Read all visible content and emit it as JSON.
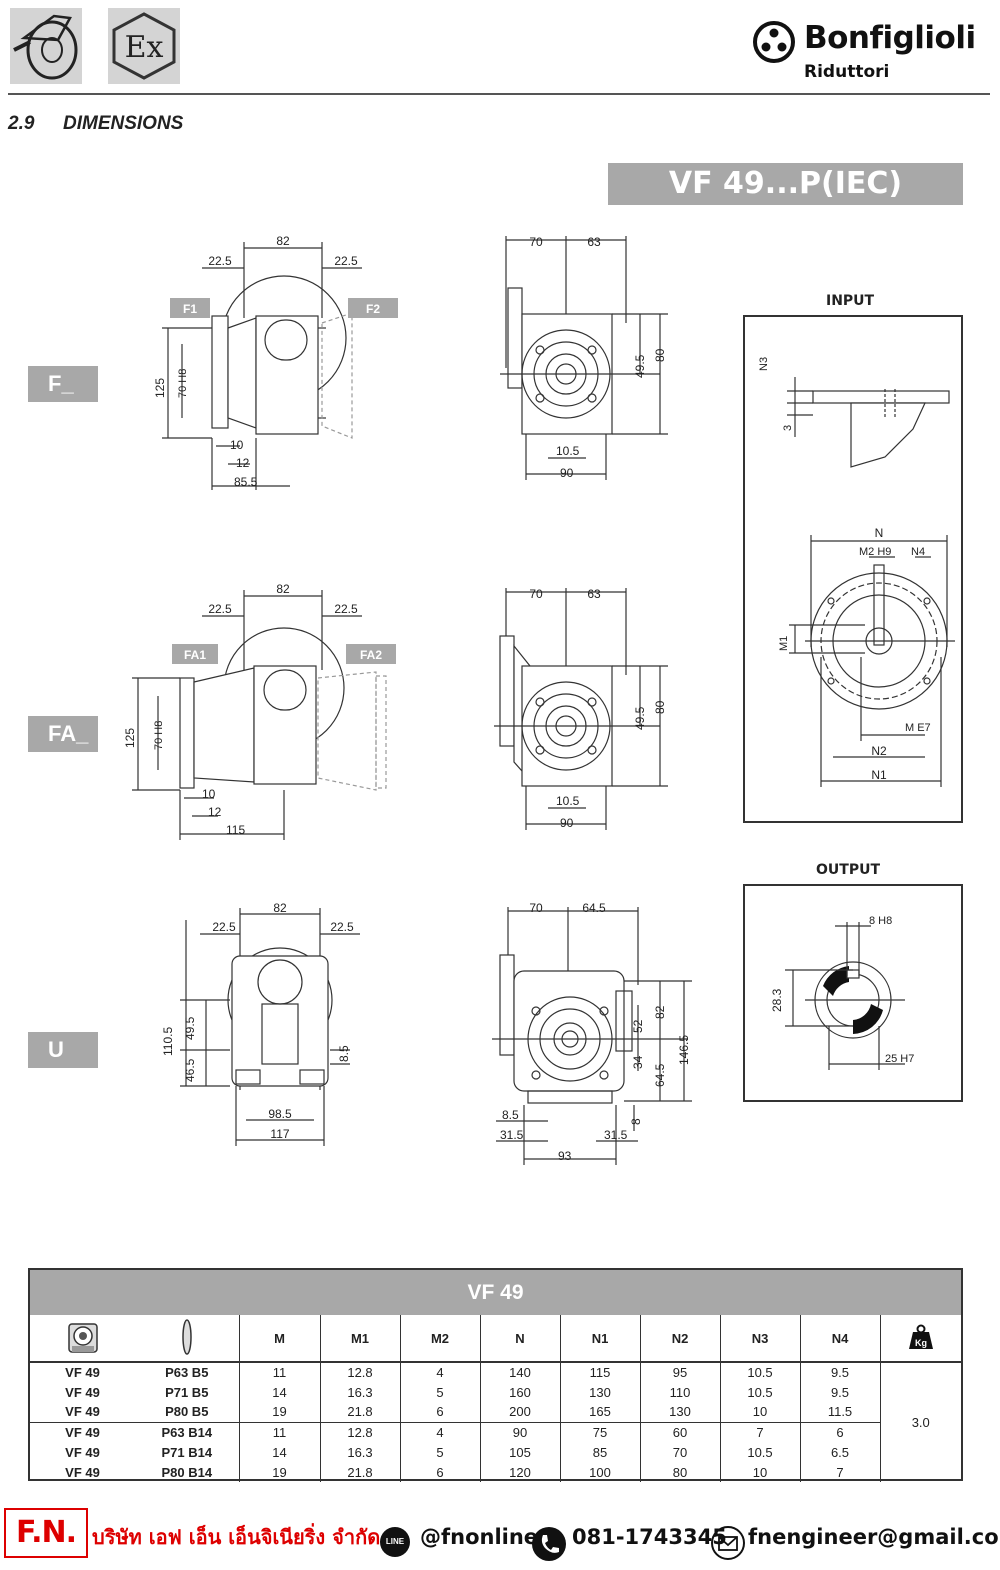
{
  "header": {
    "brand_name": "Bonfiglioli",
    "brand_sub": "Riduttori",
    "ex_mark": "Ex"
  },
  "section": {
    "number": "2.9",
    "title": "DIMENSIONS"
  },
  "model_banner": "VF 49...P(IEC)",
  "variants": {
    "f": {
      "label": "F_",
      "flange_left": "F1",
      "flange_right": "F2"
    },
    "fa": {
      "label": "FA_",
      "flange_left": "FA1",
      "flange_right": "FA2"
    },
    "u": {
      "label": "U"
    }
  },
  "dims": {
    "f_side": {
      "top": "82",
      "left": "22.5",
      "right": "22.5",
      "height": "125",
      "bore": "70 H8",
      "d10": "10",
      "d12": "12",
      "d855": "85.5"
    },
    "f_front": {
      "left": "70",
      "right": "63",
      "h495": "49.5",
      "h80": "80",
      "d105": "10.5",
      "d90": "90"
    },
    "fa_side": {
      "top": "82",
      "left": "22.5",
      "right": "22.5",
      "height": "125",
      "bore": "70 H8",
      "d10": "10",
      "d12": "12",
      "d115": "115"
    },
    "fa_front": {
      "left": "70",
      "right": "63",
      "h495": "49.5",
      "h80": "80",
      "d105": "10.5",
      "d90": "90"
    },
    "u_side": {
      "top": "82",
      "left": "22.5",
      "right": "22.5",
      "h1105": "110.5",
      "h495": "49.5",
      "h465": "46.5",
      "h85": "8.5",
      "w985": "98.5",
      "w117": "117"
    },
    "u_front": {
      "left": "70",
      "right": "64.5",
      "h52": "52",
      "h82": "82",
      "h1465": "146.5",
      "h34": "34",
      "h645": "64.5",
      "d85": "8.5",
      "d315l": "31.5",
      "d315r": "31.5",
      "d8": "8",
      "d93": "93"
    },
    "input": {
      "n3": "N3",
      "three": "3",
      "n": "N",
      "m2": "M2 H9",
      "n4": "N4",
      "m1": "M1",
      "m": "M E7",
      "n2": "N2",
      "n1": "N1"
    },
    "output": {
      "key": "8 H8",
      "h283": "28.3",
      "bore": "25 H7"
    }
  },
  "input_title": "INPUT",
  "output_title": "OUTPUT",
  "table": {
    "title": "VF 49",
    "columns": [
      "M",
      "M1",
      "M2",
      "N",
      "N1",
      "N2",
      "N3",
      "N4"
    ],
    "kg_icon": "Kg",
    "weight": "3.0",
    "rows": [
      {
        "model": "VF 49",
        "motor": "P63 B5",
        "v": [
          "11",
          "12.8",
          "4",
          "140",
          "115",
          "95",
          "10.5",
          "9.5"
        ]
      },
      {
        "model": "VF 49",
        "motor": "P71 B5",
        "v": [
          "14",
          "16.3",
          "5",
          "160",
          "130",
          "110",
          "10.5",
          "9.5"
        ]
      },
      {
        "model": "VF 49",
        "motor": "P80 B5",
        "v": [
          "19",
          "21.8",
          "6",
          "200",
          "165",
          "130",
          "10",
          "11.5"
        ]
      },
      {
        "model": "VF 49",
        "motor": "P63 B14",
        "v": [
          "11",
          "12.8",
          "4",
          "90",
          "75",
          "60",
          "7",
          "6"
        ]
      },
      {
        "model": "VF 49",
        "motor": "P71 B14",
        "v": [
          "14",
          "16.3",
          "5",
          "105",
          "85",
          "70",
          "10.5",
          "6.5"
        ]
      },
      {
        "model": "VF 49",
        "motor": "P80 B14",
        "v": [
          "19",
          "21.8",
          "6",
          "120",
          "100",
          "80",
          "10",
          "7"
        ]
      }
    ]
  },
  "footer": {
    "logo": "F.N.",
    "company": "บริษัท เอฟ เอ็น เอ็นจิเนียริ่ง จำกัด",
    "line_badge": "LINE",
    "line_id": "@fnonline",
    "phone": "081-1743345",
    "email": "fnengineer@gmail.com"
  }
}
